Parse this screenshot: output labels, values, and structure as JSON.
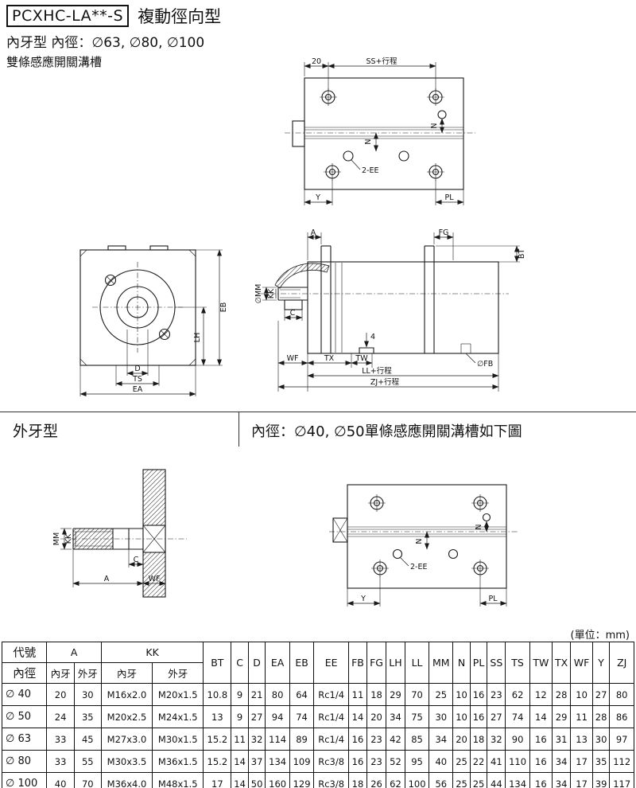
{
  "header": {
    "model": "PCXHC-LA**-S",
    "title": "複動徑向型",
    "subtitle": "內牙型 內徑：∅63, ∅80, ∅100",
    "note": "雙條感應開關溝槽"
  },
  "section2": {
    "left_title": "外牙型",
    "right_title": "內徑：∅40, ∅50單條感應開關溝槽如下圖"
  },
  "drawing1": {
    "dim_20": "20",
    "dim_ss": "SS+行程",
    "dim_n1": "N",
    "dim_n2": "N",
    "label_ee": "2-EE",
    "dim_y": "Y",
    "dim_pl": "PL"
  },
  "drawing2": {
    "dim_eb": "EB",
    "dim_lh": "LH",
    "dim_d": "D",
    "dim_ts": "TS",
    "dim_ea": "EA"
  },
  "drawing3": {
    "dim_a": "A",
    "dim_fg": "FG",
    "dim_bt": "BT",
    "dim_mm": "∅MM",
    "dim_kk": "KK",
    "dim_c": "C",
    "dim_wf": "WF",
    "dim_tx": "TX",
    "dim_tw": "TW",
    "dim_ll": "LL+行程",
    "dim_fb": "∅FB",
    "dim_zj": "ZJ+行程",
    "dim_4": "4"
  },
  "drawing4": {
    "dim_mm": "MM",
    "dim_kk": "KK",
    "dim_c": "C",
    "dim_a": "A",
    "dim_wf": "WF"
  },
  "drawing5": {
    "dim_n1": "N",
    "dim_n2": "N",
    "label_ee": "2-EE",
    "dim_y": "Y",
    "dim_pl": "PL"
  },
  "table": {
    "unit_note": "(單位：mm)",
    "head": {
      "code": "代號",
      "bore": "內徑",
      "a": "A",
      "kk": "KK",
      "inner": "內牙",
      "outer": "外牙",
      "cols": [
        "BT",
        "C",
        "D",
        "EA",
        "EB",
        "EE",
        "FB",
        "FG",
        "LH",
        "LL",
        "MM",
        "N",
        "PL",
        "SS",
        "TS",
        "TW",
        "TX",
        "WF",
        "Y",
        "ZJ"
      ]
    },
    "rows": [
      {
        "bore": "∅ 40",
        "cells": [
          "20",
          "30",
          "M16x2.0",
          "M20x1.5",
          "10.8",
          "9",
          "21",
          "80",
          "64",
          "Rc1/4",
          "11",
          "18",
          "29",
          "70",
          "25",
          "10",
          "16",
          "23",
          "62",
          "12",
          "28",
          "10",
          "27",
          "80"
        ]
      },
      {
        "bore": "∅ 50",
        "cells": [
          "24",
          "35",
          "M20x2.5",
          "M24x1.5",
          "13",
          "9",
          "27",
          "94",
          "74",
          "Rc1/4",
          "14",
          "20",
          "34",
          "75",
          "30",
          "10",
          "16",
          "27",
          "74",
          "14",
          "29",
          "11",
          "28",
          "86"
        ]
      },
      {
        "bore": "∅ 63",
        "cells": [
          "33",
          "45",
          "M27x3.0",
          "M30x1.5",
          "15.2",
          "11",
          "32",
          "114",
          "89",
          "Rc1/4",
          "16",
          "23",
          "42",
          "85",
          "34",
          "20",
          "18",
          "32",
          "90",
          "16",
          "31",
          "13",
          "30",
          "97"
        ]
      },
      {
        "bore": "∅ 80",
        "cells": [
          "33",
          "55",
          "M30x3.5",
          "M36x1.5",
          "15.2",
          "14",
          "37",
          "134",
          "109",
          "Rc3/8",
          "16",
          "23",
          "52",
          "95",
          "40",
          "25",
          "22",
          "41",
          "110",
          "16",
          "34",
          "17",
          "35",
          "112"
        ]
      },
      {
        "bore": "∅ 100",
        "cells": [
          "40",
          "70",
          "M36x4.0",
          "M48x1.5",
          "17",
          "14",
          "50",
          "160",
          "129",
          "Rc3/8",
          "18",
          "26",
          "62",
          "100",
          "56",
          "25",
          "25",
          "44",
          "134",
          "16",
          "34",
          "17",
          "39",
          "117"
        ]
      }
    ]
  }
}
